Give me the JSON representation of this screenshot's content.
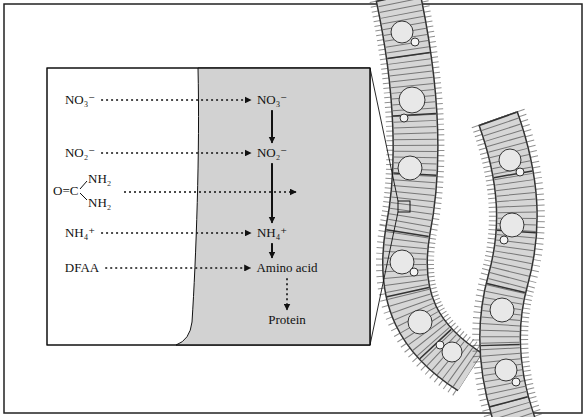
{
  "diagram": {
    "nodes": [
      {
        "text": [
          "NO₃⁻"
        ]
      },
      {
        "text": [
          "NO₃⁻"
        ]
      },
      {
        "text": [
          "NO₂⁻"
        ]
      },
      {
        "text": [
          "NO₂⁻"
        ]
      },
      {
        "text": [
          "O=C",
          "NH₂",
          "NH₂"
        ]
      },
      {
        "text": [
          "NH₄⁺"
        ]
      },
      {
        "text": [
          "NH₄⁺"
        ]
      },
      {
        "text": [
          "DFAA"
        ]
      },
      {
        "text": [
          "Amino acid"
        ]
      },
      {
        "text": [
          "Protein"
        ]
      }
    ],
    "edges": [
      {
        "from": 0,
        "to": 1,
        "arrow": "to"
      },
      {
        "from": 2,
        "to": 3,
        "arrow": "to"
      },
      {
        "from": 5,
        "to": 6,
        "arrow": "to"
      },
      {
        "from": 7,
        "to": 8,
        "arrow": "to"
      },
      {
        "from": 1,
        "to": 3,
        "arrow": "to"
      },
      {
        "from": 3,
        "to": 6,
        "arrow": "to"
      },
      {
        "from": 6,
        "to": 8,
        "arrow": "to"
      },
      {
        "from": 8,
        "to": 9,
        "arrow": "to"
      }
    ]
  }
}
